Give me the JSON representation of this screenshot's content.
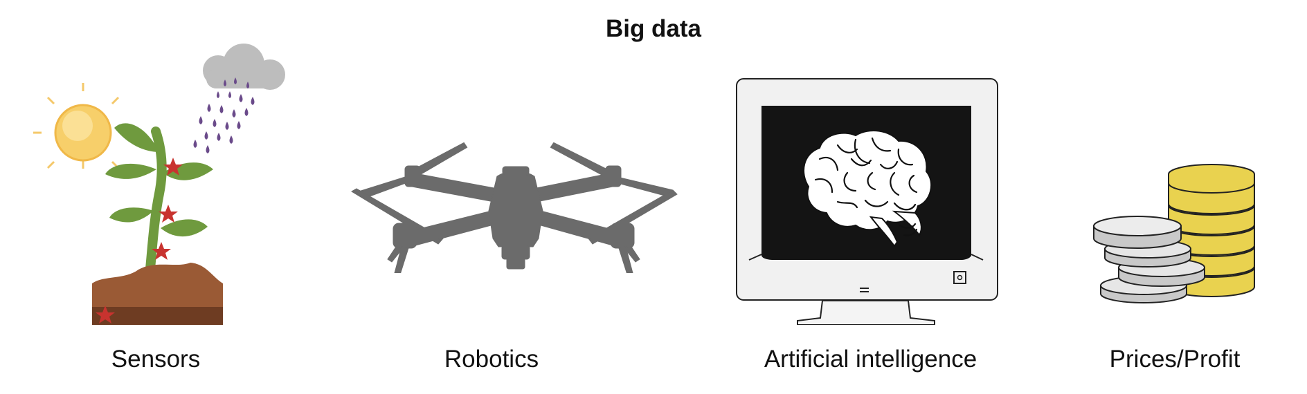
{
  "title": "Big data",
  "panels": [
    {
      "label": "Sensors",
      "icon": "plant-sensors-icon"
    },
    {
      "label": "Robotics",
      "icon": "drone-icon"
    },
    {
      "label": "Artificial intelligence",
      "icon": "monitor-brain-icon"
    },
    {
      "label": "Prices/Profit",
      "icon": "coin-stacks-icon"
    }
  ],
  "colors": {
    "leaf": "#6f9a3e",
    "soil": "#9a5a35",
    "soil_dark": "#6e3c22",
    "sensor": "#c8332f",
    "rain": "#6a4a8a",
    "cloud": "#bdbdbd",
    "drone": "#6b6b6b",
    "coin_gold": "#e9d24f",
    "coin_silver": "#c9c9c9"
  }
}
